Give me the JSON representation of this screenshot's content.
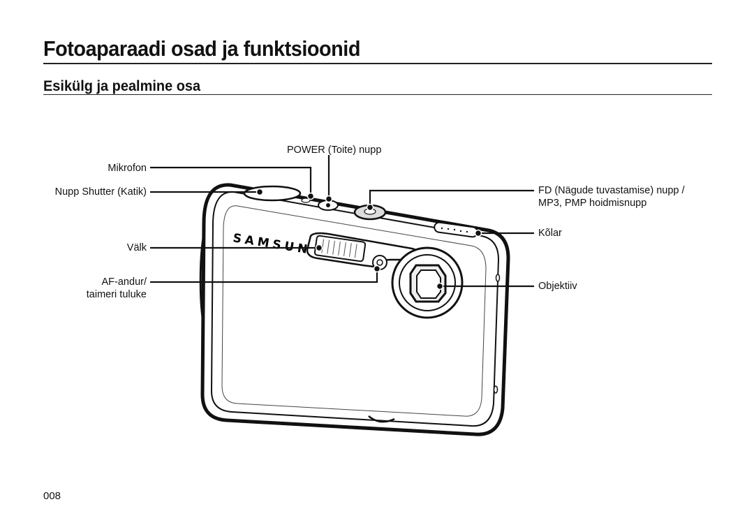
{
  "page": {
    "title": "Fotoaparaadi osad ja funktsioonid",
    "subtitle": "Esikülg ja pealmine osa",
    "page_number": "008"
  },
  "labels": {
    "power": "POWER (Toite) nupp",
    "mikrofon": "Mikrofon",
    "shutter": "Nupp Shutter (Katik)",
    "valk": "Välk",
    "af_line1": "AF-andur/",
    "af_line2": "taimeri tuluke",
    "fd_line1": "FD (Nägude tuvastamise) nupp /",
    "fd_line2": "MP3, PMP hoidmisnupp",
    "kolar": "Kõlar",
    "objektiiv": "Objektiiv"
  },
  "camera": {
    "brand": "SAMSUNG",
    "icon": "digital-camera-front-view"
  }
}
